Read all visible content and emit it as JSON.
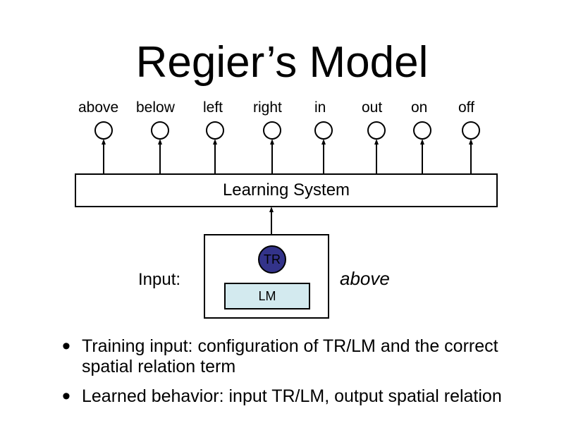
{
  "title": "Regier’s Model",
  "outputs": [
    "above",
    "below",
    "left",
    "right",
    "in",
    "out",
    "on",
    "off"
  ],
  "learning_system": "Learning System",
  "input": {
    "label": "Input:",
    "trajector": "TR",
    "landmark": "LM",
    "relation": "above"
  },
  "bullets": [
    "Training input: configuration of TR/LM and the correct spatial relation term",
    "Learned behavior: input TR/LM, output spatial relation"
  ],
  "colors": {
    "trajector_fill": "#33338a",
    "landmark_fill": "#d3eaef"
  }
}
